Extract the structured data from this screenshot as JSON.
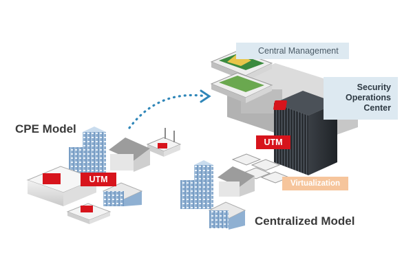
{
  "labels": {
    "cpe_model": "CPE Model",
    "centralized_model": "Centralized Model",
    "central_management": "Central Management",
    "soc": [
      "Security",
      "Operations",
      "Center"
    ],
    "utm_cpe": "UTM",
    "utm_soc": "UTM",
    "virtualization": "Virtualization"
  },
  "colors": {
    "brand_red": "#d7141c",
    "label_box_blue": "#dde9f1",
    "virtualization_orange": "#f6c59c",
    "dotted_arrow": "#2f86b8",
    "building_blue": "#7ea6cc"
  },
  "icons": [
    "fortinet-logo-icon",
    "wifi-antenna-icon",
    "dotted-arrow-icon"
  ]
}
